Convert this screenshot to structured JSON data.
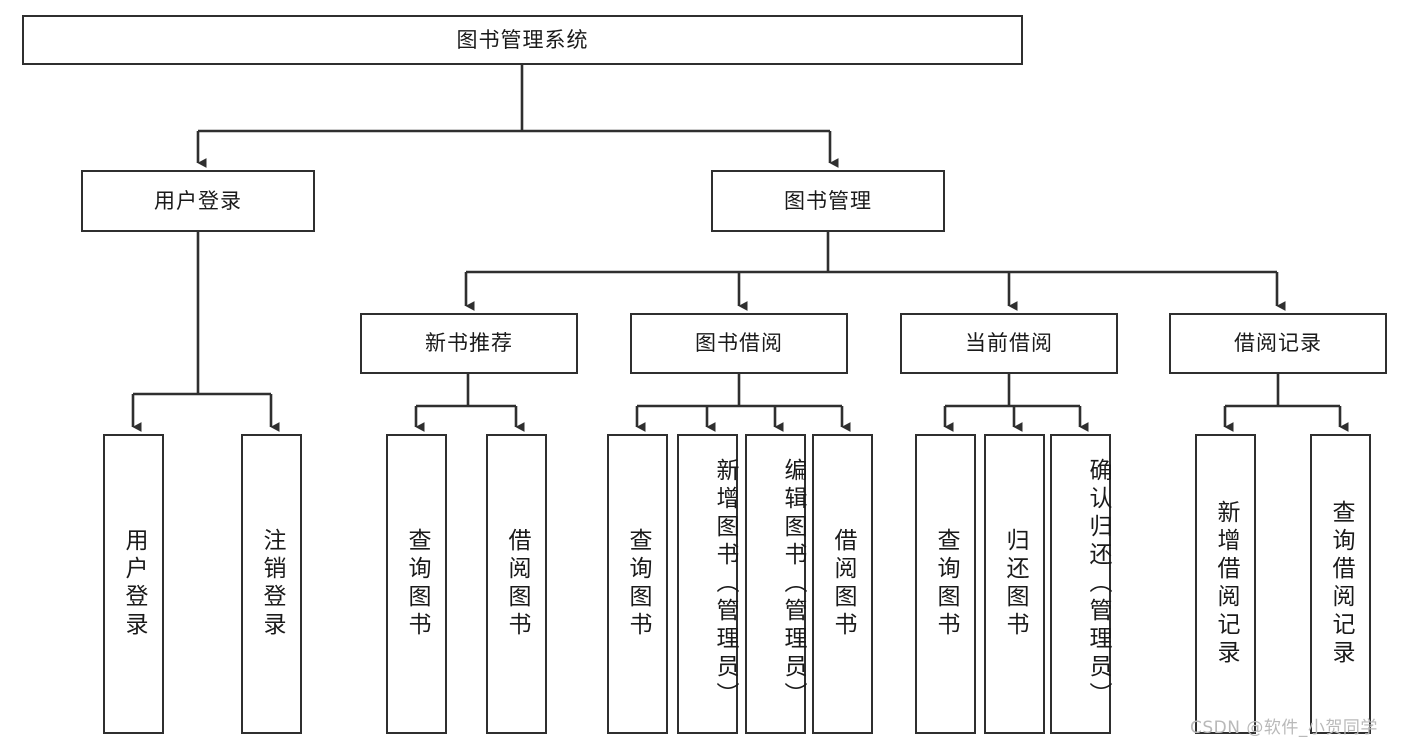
{
  "diagram": {
    "type": "tree-hierarchy",
    "title": "图书管理系统",
    "watermark": "CSDN @软件_小贺同学",
    "colors": {
      "box_border": "#2f2f2f",
      "box_fill": "#ffffff",
      "connector": "#2f2f2f",
      "text": "#1a1a1a",
      "watermark": "#b9b9b9"
    },
    "nodes": {
      "root": {
        "label": "图书管理系统"
      },
      "level2": [
        {
          "id": "user-login",
          "label": "用户登录"
        },
        {
          "id": "book-management",
          "label": "图书管理"
        }
      ],
      "level3": [
        {
          "id": "new-book-recommend",
          "label": "新书推荐"
        },
        {
          "id": "book-borrow",
          "label": "图书借阅"
        },
        {
          "id": "current-borrow",
          "label": "当前借阅"
        },
        {
          "id": "borrow-record",
          "label": "借阅记录"
        }
      ],
      "leaves_user_login": [
        {
          "id": "leaf-user-login",
          "label": "用户登录"
        },
        {
          "id": "leaf-logout",
          "label": "注销登录"
        }
      ],
      "leaves_new_book_recommend": [
        {
          "id": "leaf-query-book-1",
          "label": "查询图书"
        },
        {
          "id": "leaf-borrow-book-1",
          "label": "借阅图书"
        }
      ],
      "leaves_book_borrow": [
        {
          "id": "leaf-query-book-2",
          "label": "查询图书"
        },
        {
          "id": "leaf-add-book",
          "label": "新增图书（管理员）"
        },
        {
          "id": "leaf-edit-book",
          "label": "编辑图书（管理员）"
        },
        {
          "id": "leaf-borrow-book-2",
          "label": "借阅图书"
        }
      ],
      "leaves_current_borrow": [
        {
          "id": "leaf-query-book-3",
          "label": "查询图书"
        },
        {
          "id": "leaf-return-book",
          "label": "归还图书"
        },
        {
          "id": "leaf-confirm-return",
          "label": "确认归还（管理员）"
        }
      ],
      "leaves_borrow_record": [
        {
          "id": "leaf-add-record",
          "label": "新增借阅记录"
        },
        {
          "id": "leaf-query-record",
          "label": "查询借阅记录"
        }
      ]
    }
  }
}
